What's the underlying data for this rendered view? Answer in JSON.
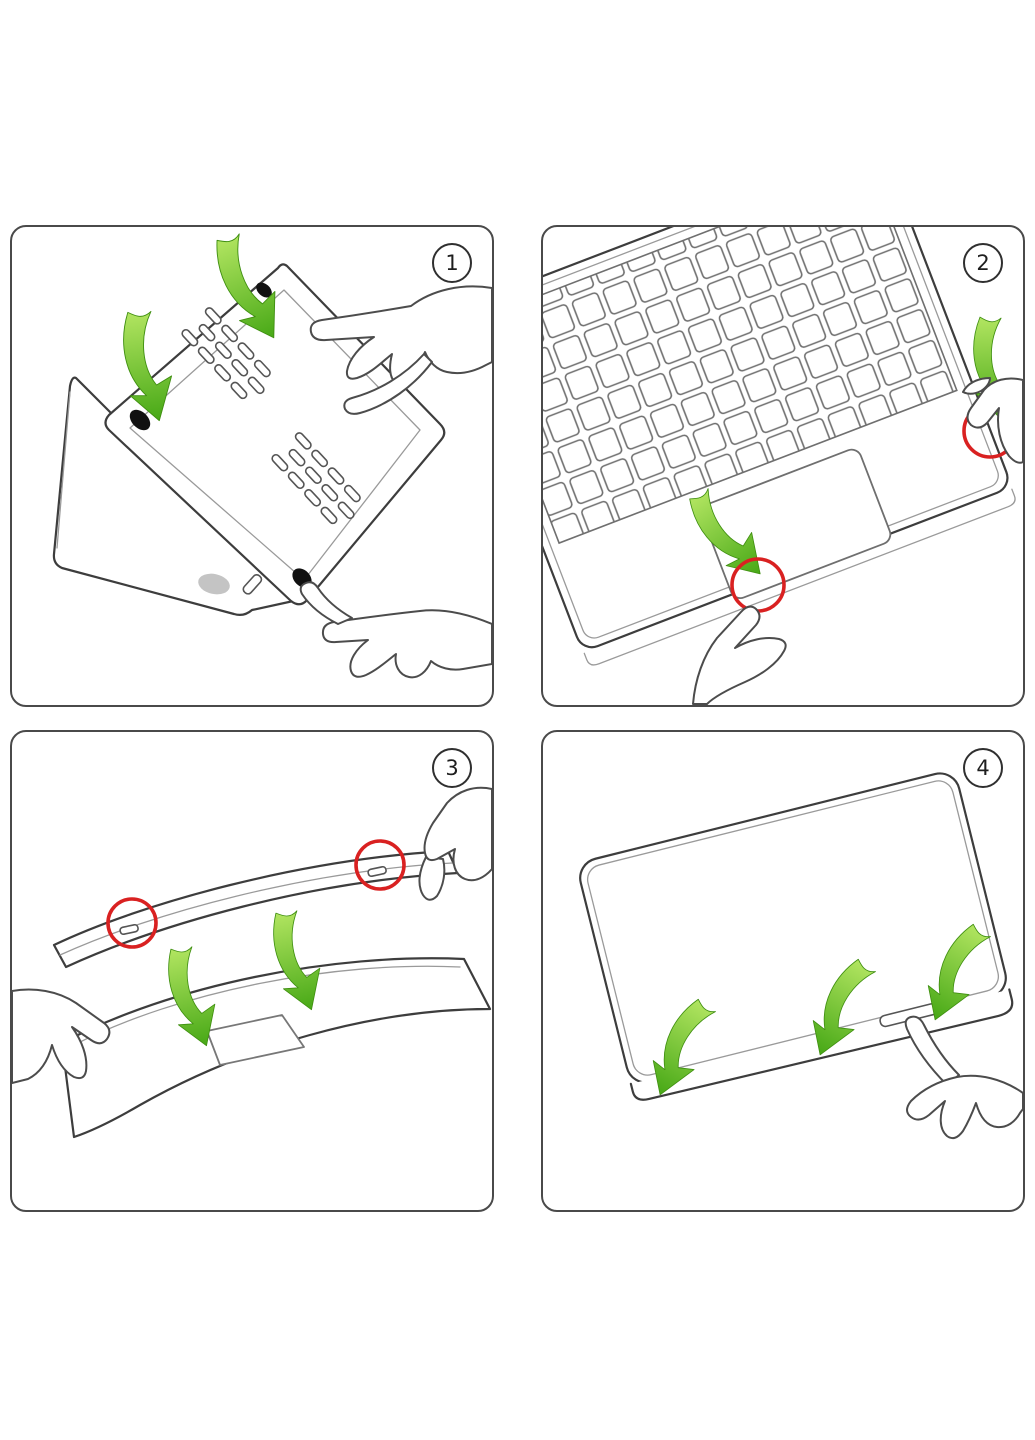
{
  "page": {
    "background_color": "#ffffff",
    "layout": "2x2 instruction panels"
  },
  "palette": {
    "outline": "#3d3d3d",
    "secondary_line": "#9a9a9a",
    "panel_border": "#4a4a4a",
    "arrow_green_top": "#b2e561",
    "arrow_green_bottom": "#47a816",
    "highlight_red": "#d92121",
    "foot_black": "#111111",
    "logo_gray": "#c4c4c4"
  },
  "steps": [
    {
      "number": "1",
      "name": "step-1",
      "illustration": "hands pressing bottom shell with vent grilles onto laptop underside",
      "green_arrows": 2,
      "red_circles": 0
    },
    {
      "number": "2",
      "name": "step-2",
      "illustration": "thumbs snapping shell clips on keyboard-deck edges",
      "green_arrows": 2,
      "red_circles": 2
    },
    {
      "number": "3",
      "name": "step-3",
      "illustration": "hooking top shell clips over the open lid",
      "green_arrows": 2,
      "red_circles": 2
    },
    {
      "number": "4",
      "name": "step-4",
      "illustration": "pressing top shell down along closed lid edge",
      "green_arrows": 3,
      "red_circles": 0
    }
  ]
}
